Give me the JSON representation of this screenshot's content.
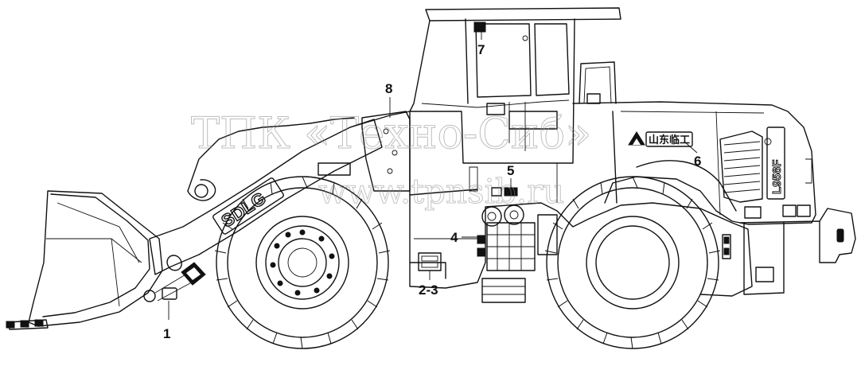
{
  "callouts": [
    {
      "id": "1",
      "label": "1"
    },
    {
      "id": "2-3",
      "label": "2-3"
    },
    {
      "id": "4",
      "label": "4"
    },
    {
      "id": "5",
      "label": "5"
    },
    {
      "id": "6",
      "label": "6"
    },
    {
      "id": "7",
      "label": "7"
    },
    {
      "id": "8",
      "label": "8"
    }
  ],
  "decals": {
    "boom_brand": "SDLG",
    "model_badge": "L958F",
    "maker_logo": "山东临工"
  },
  "watermark": {
    "line1": "ТПК «Техно-Сиб»",
    "line2": "www.tpnsib.ru"
  },
  "colors": {
    "line": "#111111",
    "watermark": "#8a8a8a",
    "background": "#ffffff"
  }
}
